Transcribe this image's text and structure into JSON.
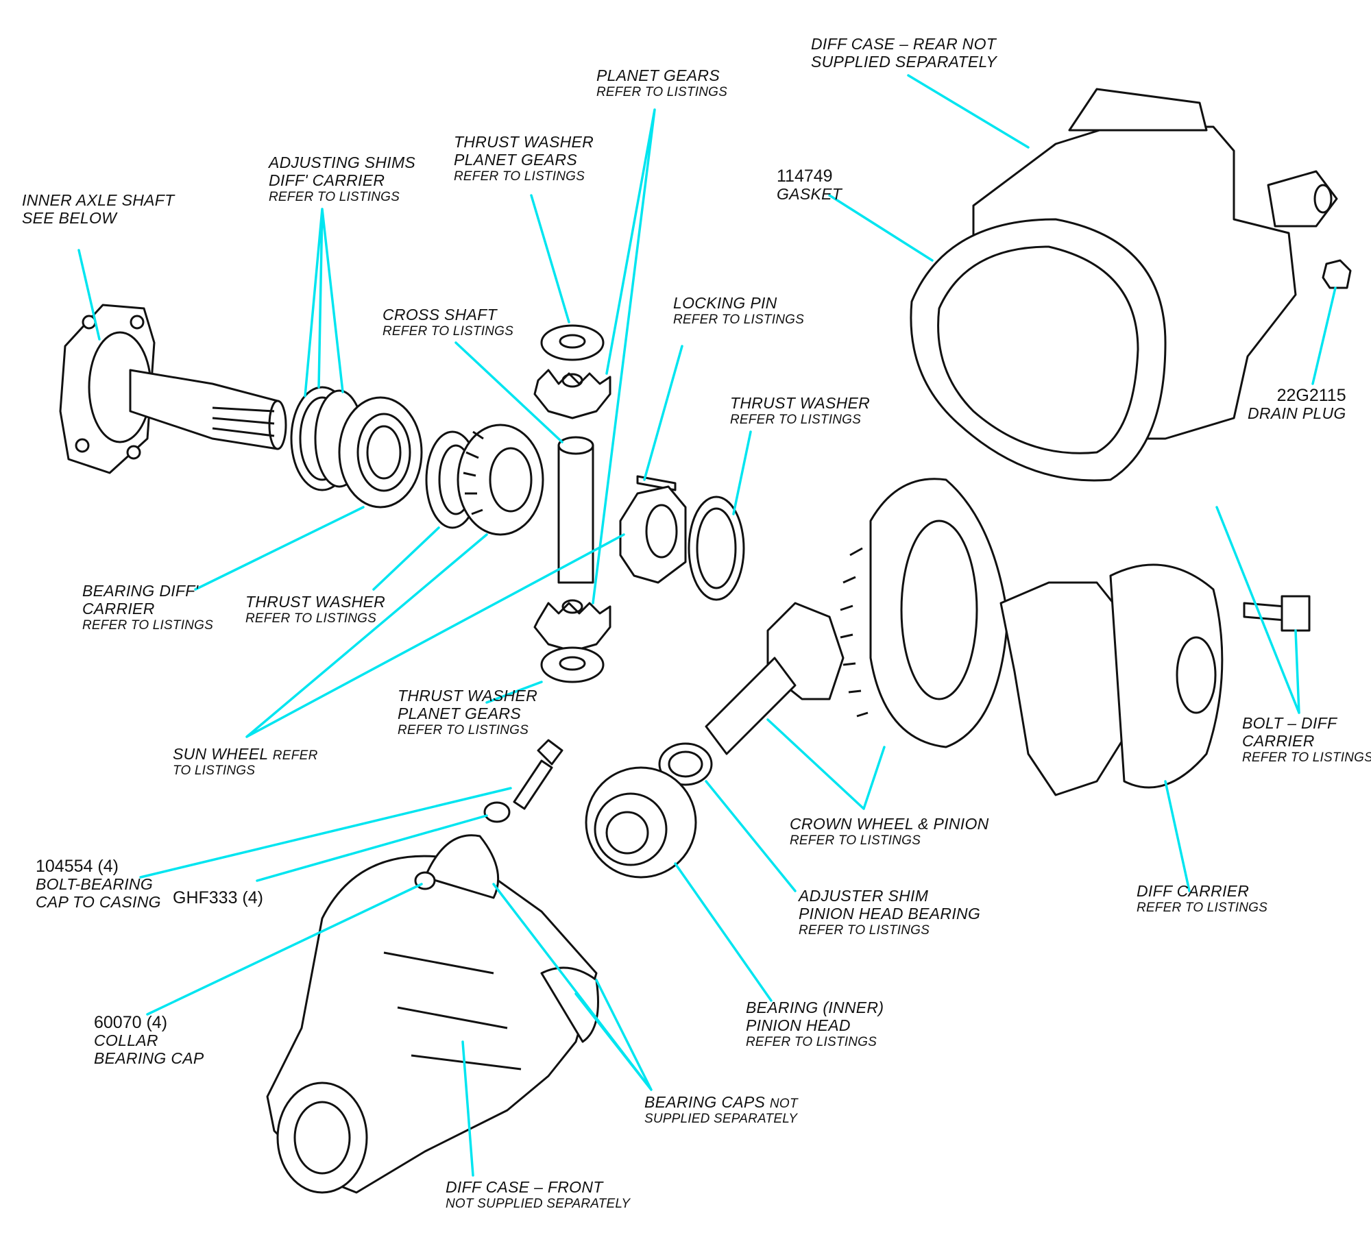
{
  "colors": {
    "leader": "#00e5f0",
    "ink": "#111111"
  },
  "labels": {
    "inner_axle": {
      "l1": "INNER AXLE SHAFT",
      "l2": "SEE BELOW"
    },
    "adj_shims": {
      "l1": "ADJUSTING SHIMS",
      "l2": "DIFF' CARRIER",
      "l3": "REFER TO LISTINGS"
    },
    "tw_planet_top": {
      "l1": "THRUST WASHER",
      "l2": "PLANET GEARS",
      "l3": "REFER TO LISTINGS"
    },
    "planet_gears": {
      "l1": "PLANET GEARS",
      "l2": "REFER TO LISTINGS"
    },
    "diff_case_rear": {
      "l1": "DIFF CASE – REAR NOT",
      "l2": "SUPPLIED SEPARATELY"
    },
    "gasket": {
      "num": "114749",
      "l1": "GASKET"
    },
    "cross_shaft": {
      "l1": "CROSS SHAFT",
      "l2": "REFER TO LISTINGS"
    },
    "locking_pin": {
      "l1": "LOCKING PIN",
      "l2": "REFER TO LISTINGS"
    },
    "thrust_washer_r": {
      "l1": "THRUST WASHER",
      "l2": "REFER TO LISTINGS"
    },
    "drain_plug": {
      "num": "22G2115",
      "l1": "DRAIN PLUG"
    },
    "bearing_diff": {
      "l1": "BEARING DIFF'",
      "l2": "CARRIER",
      "l3": "REFER TO LISTINGS"
    },
    "thrust_washer_l": {
      "l1": "THRUST WASHER",
      "l2": "REFER TO LISTINGS"
    },
    "tw_planet_bottom": {
      "l1": "THRUST WASHER",
      "l2": "PLANET GEARS",
      "l3": "REFER TO LISTINGS"
    },
    "sun_wheel": {
      "l1": "SUN WHEEL",
      "l1b": "REFER",
      "l2": "TO LISTINGS"
    },
    "bolt_diff": {
      "l1": "BOLT – DIFF",
      "l2": "CARRIER",
      "l3": "REFER TO LISTINGS"
    },
    "crown_wheel": {
      "l1": "CROWN WHEEL & PINION",
      "l2": "REFER TO LISTINGS"
    },
    "adj_shim_pinion": {
      "l1": "ADJUSTER SHIM",
      "l2": "PINION HEAD BEARING",
      "l3": "REFER TO LISTINGS"
    },
    "diff_carrier": {
      "l1": "DIFF CARRIER",
      "l2": "REFER TO LISTINGS"
    },
    "bolt_bearing": {
      "num": "104554 (4)",
      "l1": "BOLT-BEARING",
      "l2": "CAP TO CASING"
    },
    "ghf": {
      "num": "GHF333 (4)"
    },
    "collar": {
      "num": "60070 (4)",
      "l1": "COLLAR",
      "l2": "BEARING CAP"
    },
    "bearing_inner": {
      "l1": "BEARING (INNER)",
      "l2": "PINION HEAD",
      "l3": "REFER TO LISTINGS"
    },
    "bearing_caps": {
      "l1": "BEARING CAPS",
      "l1b": "NOT",
      "l2": "SUPPLIED SEPARATELY"
    },
    "diff_case_front": {
      "l1": "DIFF CASE – FRONT",
      "l2": "NOT SUPPLIED SEPARATELY"
    }
  }
}
